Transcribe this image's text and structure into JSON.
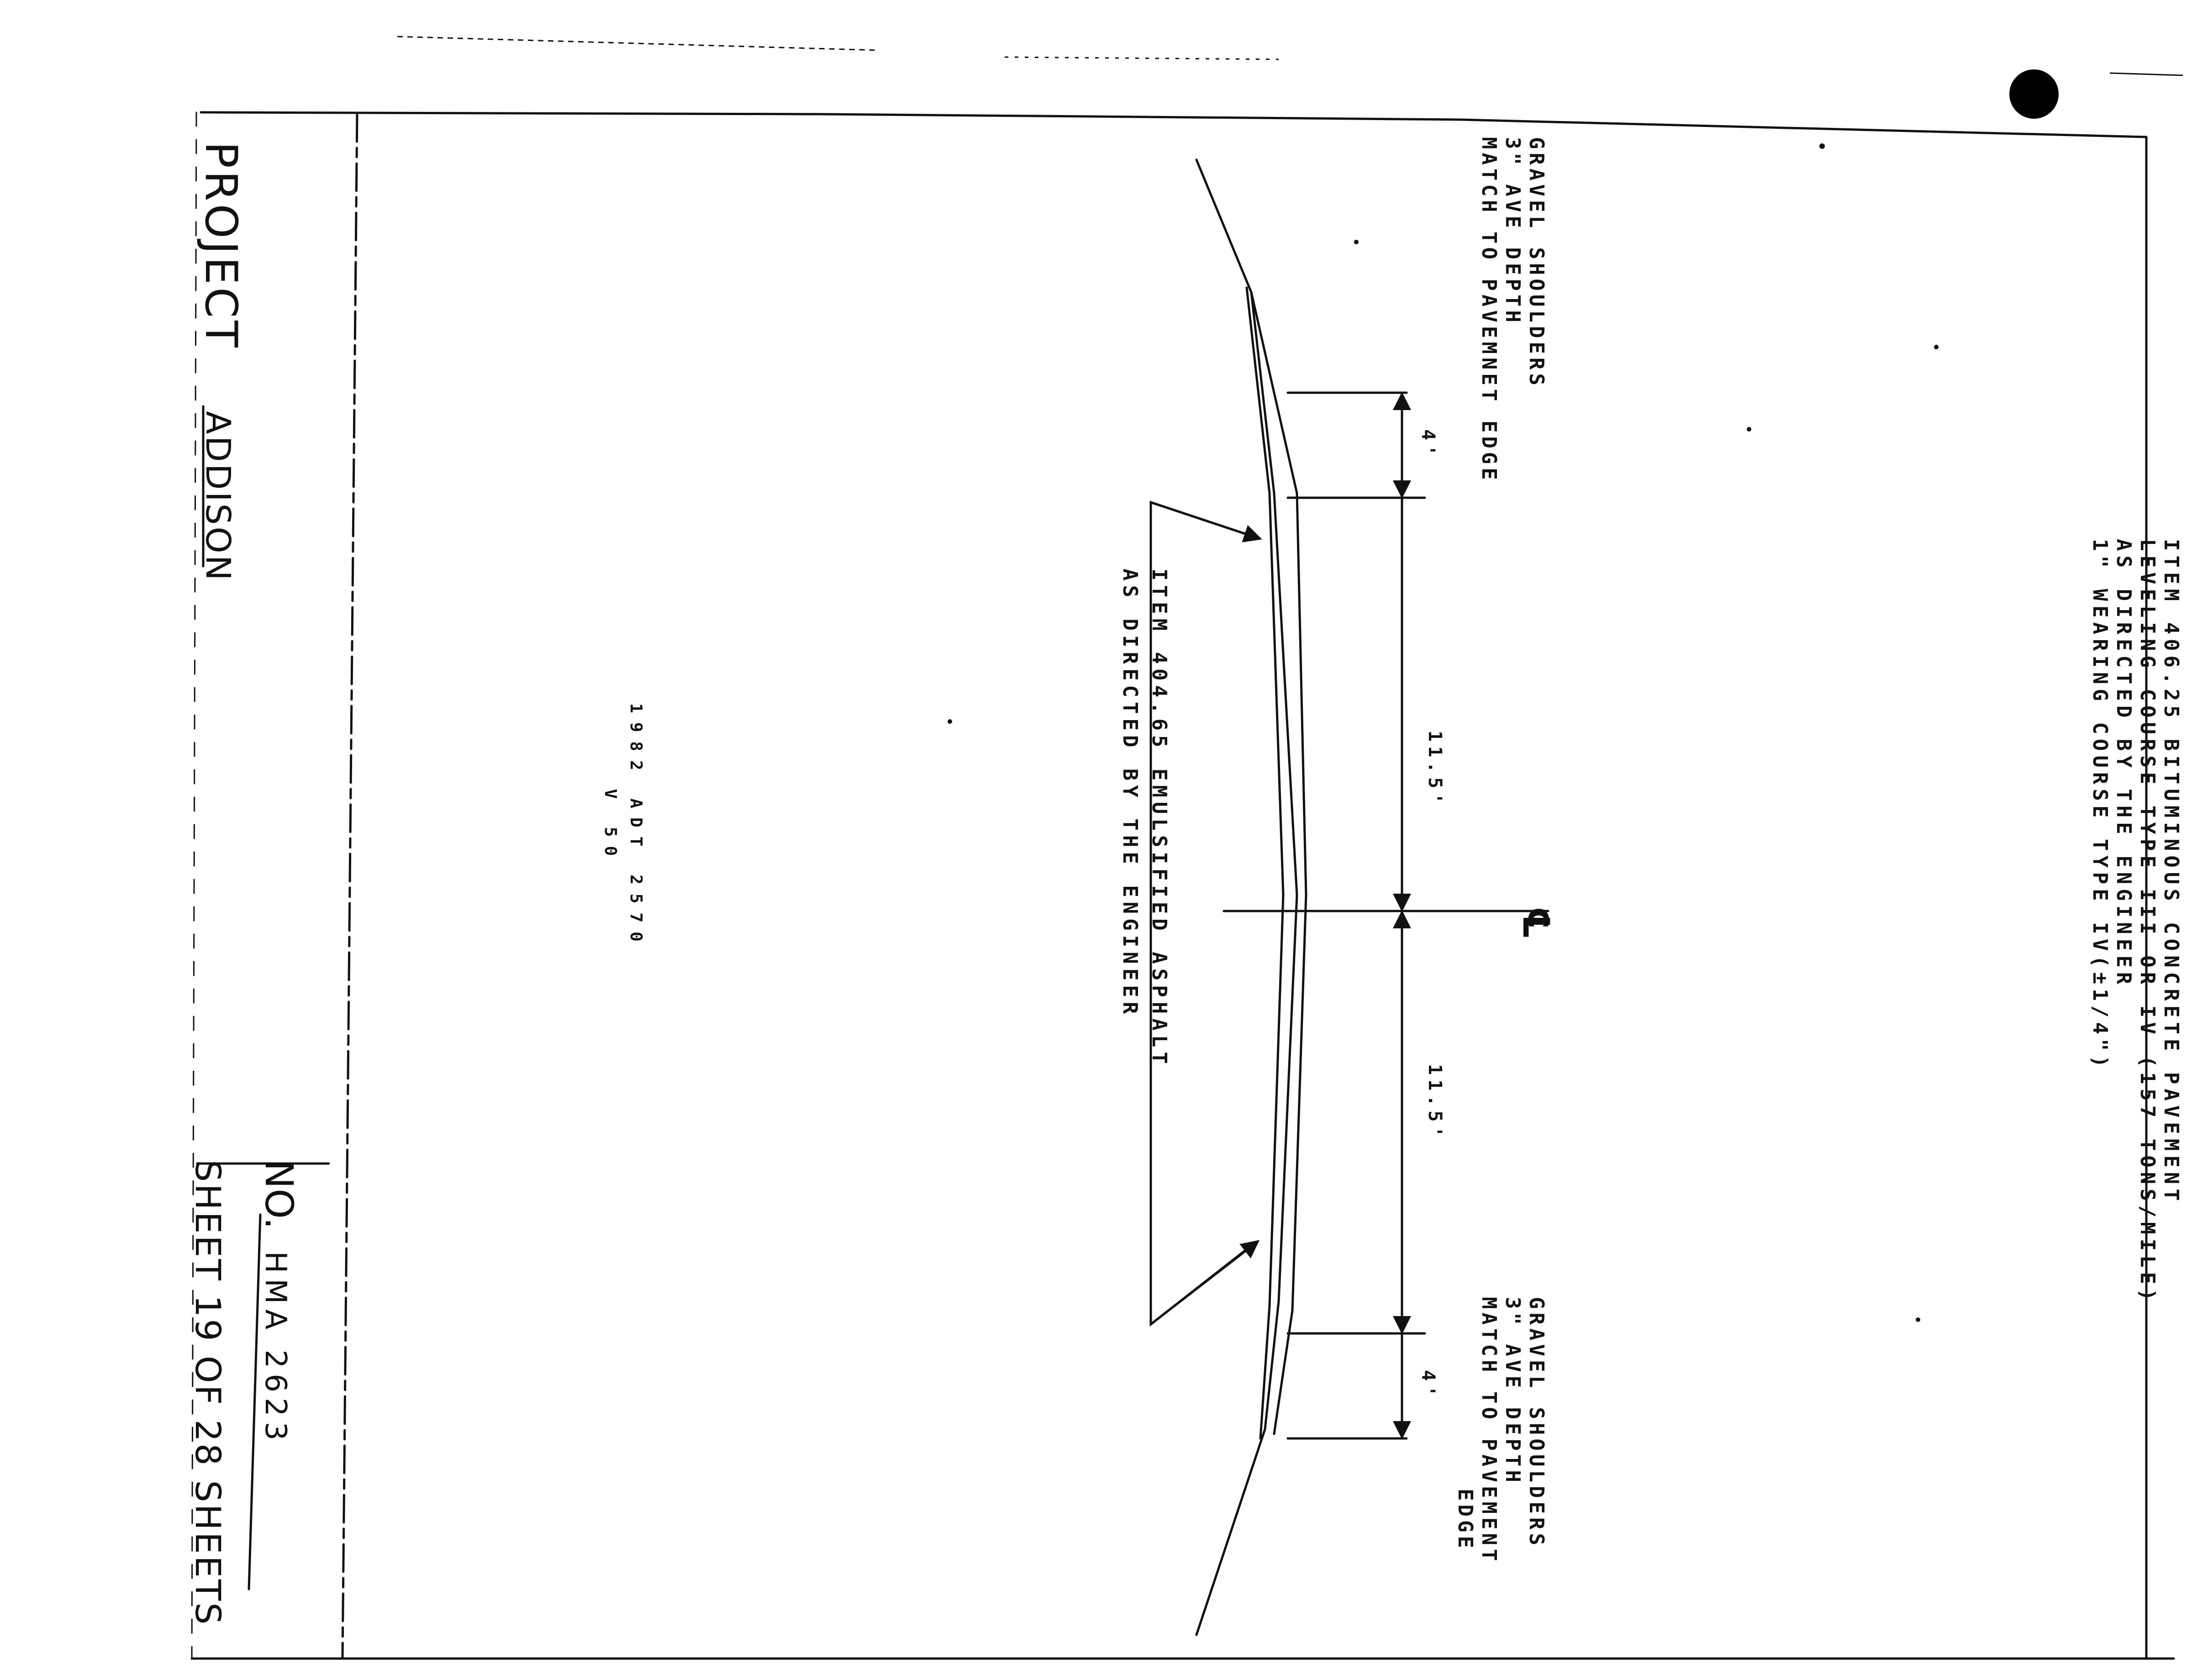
{
  "specs": {
    "line1": "ITEM 406.25 BITUMINOUS CONCRETE PAVEMENT",
    "line2": "LEVELING COURSE TYPE III OR IV (157 TONS/MILE)",
    "line3": "AS DIRECTED BY THE ENGINEER",
    "line4": "1\" WEARING COURSE TYPE IV(±1/4\")"
  },
  "shoulder_left": {
    "line1": "GRAVEL SHOULDERS",
    "line2": "3\" AVE DEPTH",
    "line3": "MATCH TO PAVEMNET EDGE"
  },
  "shoulder_right": {
    "line1": "GRAVEL SHOULDERS",
    "line2": "3\" AVE DEPTH",
    "line3": "MATCH TO PAVEMENT",
    "line4": "EDGE"
  },
  "emulsified": {
    "line1": "ITEM 404.65 EMULSIFIED ASPHALT",
    "line2": "AS DIRECTED BY THE ENGINEER"
  },
  "traffic": {
    "line1": "1982 ADT 2570",
    "line2": "V 50"
  },
  "dimensions": {
    "shoulder_left": "4'",
    "lane_left": "11.5'",
    "lane_right": "11.5'",
    "shoulder_right": "4'"
  },
  "centerline_symbol": "℄",
  "title_block": {
    "project_label": "PROJECT",
    "project_name": "ADDISON",
    "no_label": "NO.",
    "no_value": "HMA 2623",
    "sheet_label": "SHEET 19 OF 28 SHEETS"
  }
}
